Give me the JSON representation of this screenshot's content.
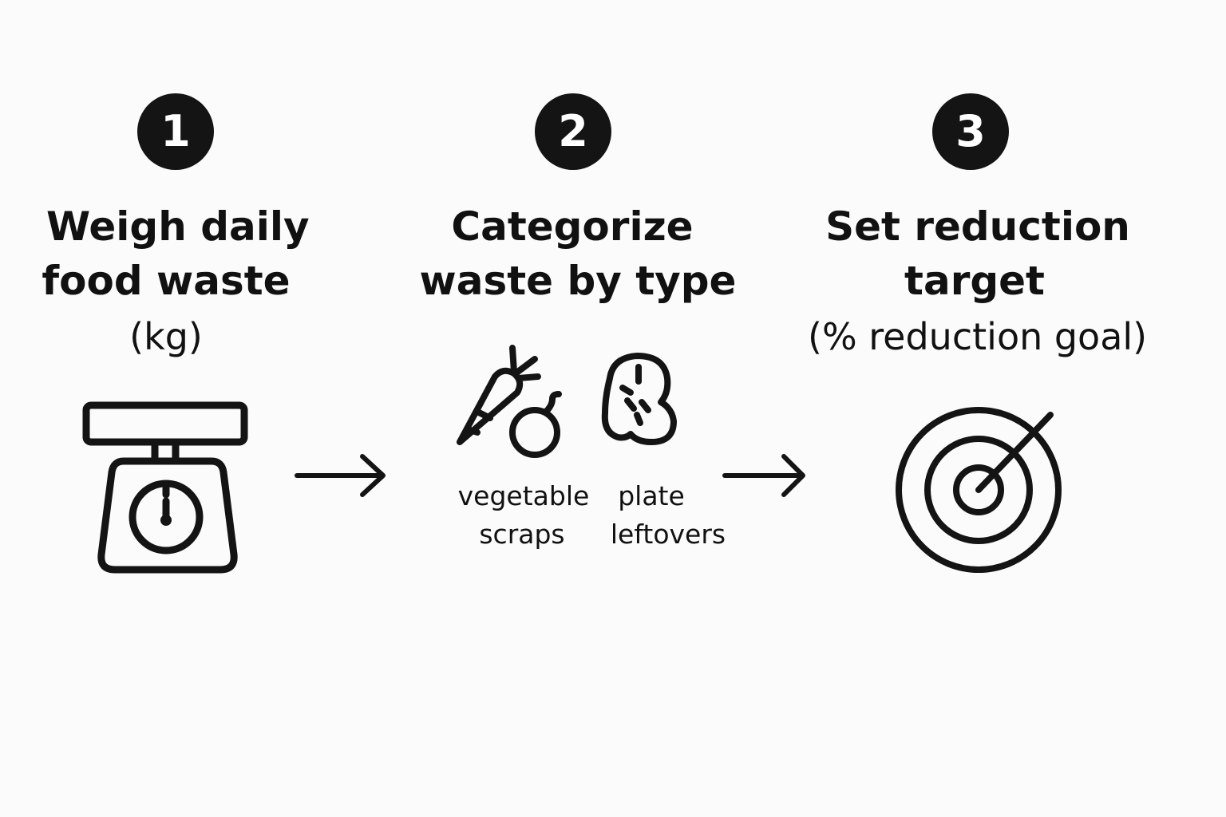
{
  "steps": [
    {
      "number": "1",
      "title_lines": [
        "Weigh daily",
        "food waste"
      ],
      "subtitle": "(kg)",
      "icon": "kitchen-scale-icon"
    },
    {
      "number": "2",
      "title_lines": [
        "Categorize",
        "waste by type"
      ],
      "categories": [
        {
          "label_lines": [
            "vegetable",
            "scraps"
          ],
          "icon": "carrot-onion-icon"
        },
        {
          "label_lines": [
            "plate",
            "leftovers"
          ],
          "icon": "leftover-food-icon"
        }
      ]
    },
    {
      "number": "3",
      "title_lines": [
        "Set reduction",
        "target"
      ],
      "subtitle": "(% reduction goal)",
      "icon": "target-icon"
    }
  ],
  "connectors": [
    "arrow-right-icon",
    "arrow-right-icon"
  ],
  "colors": {
    "ink": "#141414",
    "background": "#fbfbfb",
    "badge_text": "#ffffff"
  }
}
